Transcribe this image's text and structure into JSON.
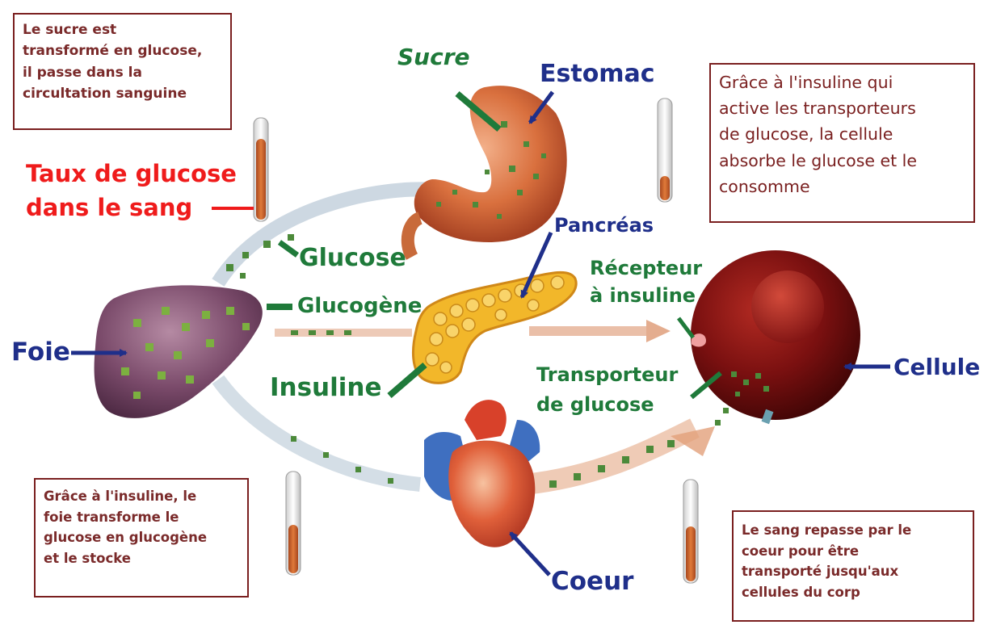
{
  "notes": {
    "top_left": [
      "Le sucre est",
      "transformé en glucose,",
      "il passe dans la",
      "circultation sanguine"
    ],
    "top_right": [
      "Grâce à l'insuline qui",
      "active les transporteurs",
      "de glucose, la cellule",
      "absorbe le glucose et le",
      "consomme"
    ],
    "bottom_left": [
      "Grâce à l'insuline, le",
      "foie transforme le",
      "glucose en glucogène",
      "et le stocke"
    ],
    "bottom_right": [
      "Le sang repasse par le",
      "coeur pour être",
      "transporté jusqu'aux",
      "cellules du corp"
    ]
  },
  "labels": {
    "sucre": "Sucre",
    "estomac": "Estomac",
    "taux_line1": "Taux de glucose",
    "taux_line2": "dans le sang",
    "glucose": "Glucose",
    "pancreas": "Pancréas",
    "recepteur_line1": "Récepteur",
    "recepteur_line2": "à insuline",
    "glucogene": "Glucogène",
    "foie": "Foie",
    "insuline": "Insuline",
    "transporteur_line1": "Transporteur",
    "transporteur_line2": "de glucose",
    "cellule": "Cellule",
    "coeur": "Coeur"
  },
  "colors": {
    "green_label": "#1f7a3a",
    "blue_label": "#1f2f8a",
    "red_label": "#ef1b1b",
    "note_border": "#7a1f1f",
    "note_text": "#7a2a2a",
    "glucose_dot": "#4c8a3a",
    "organ_red": "#c8502a",
    "liver_purple": "#7a4a6a",
    "cell_dark": "#6e0d0d",
    "pancreas_yellow": "#f2b72a"
  },
  "icons": [
    "stomach-illustration",
    "pancreas-illustration",
    "liver-illustration",
    "heart-illustration",
    "cell-illustration",
    "test-tube-icon"
  ]
}
